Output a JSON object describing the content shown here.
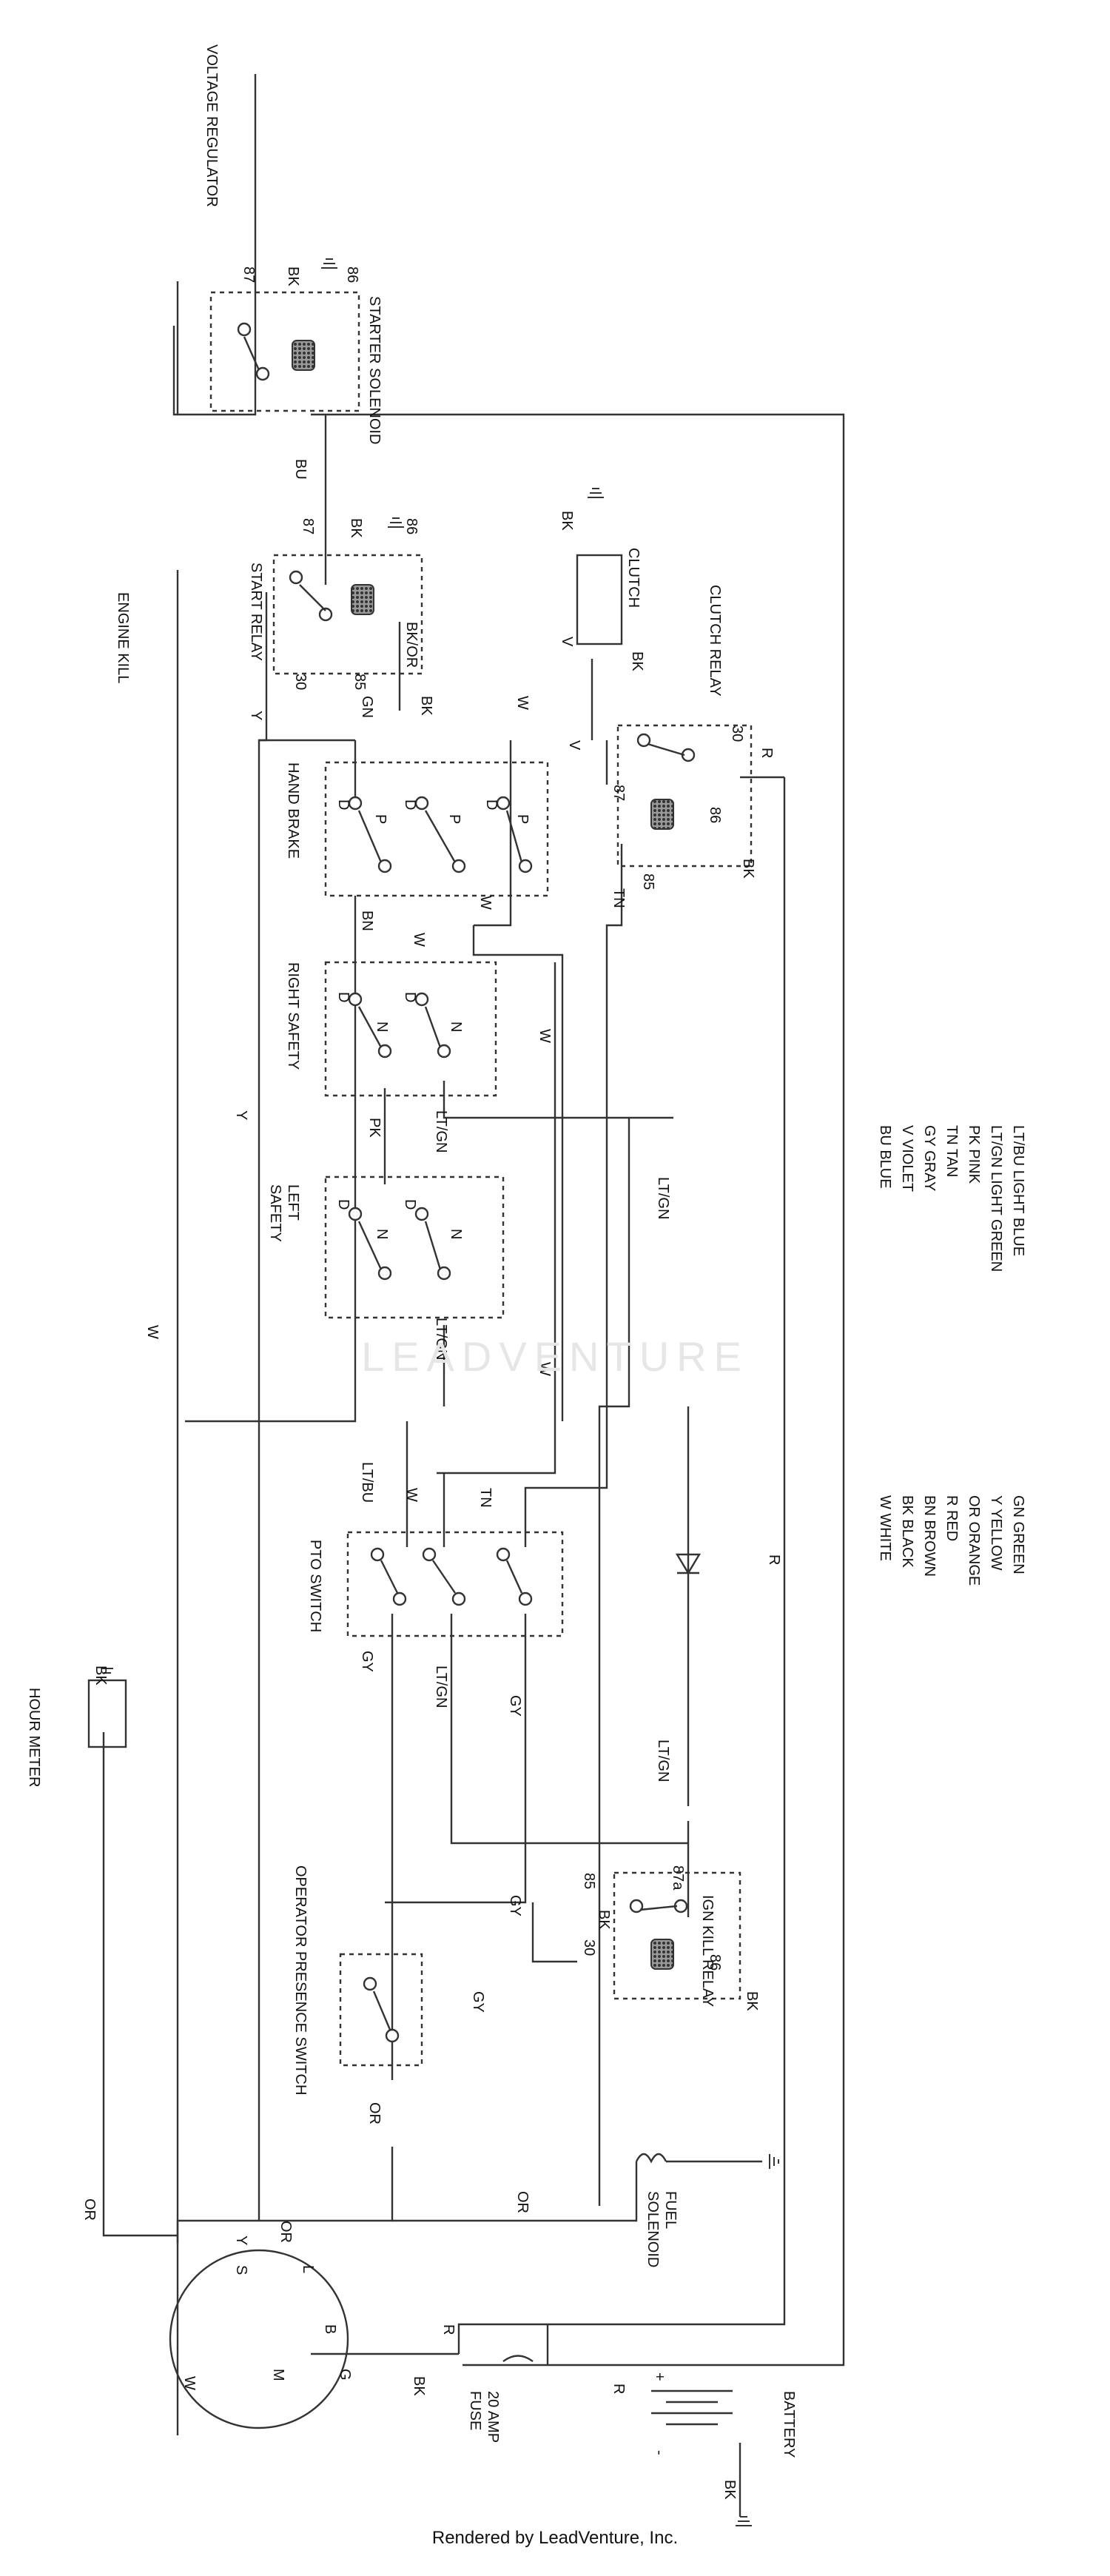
{
  "diagram": {
    "components": {
      "voltage_regulator": "VOLTAGE REGULATOR",
      "starter_solenoid": "STARTER SOLENOID",
      "engine_kill": "ENGINE KILL",
      "start_relay": "START RELAY",
      "clutch": "CLUTCH",
      "clutch_relay": "CLUTCH RELAY",
      "hand_brake": "HAND BRAKE",
      "right_safety": "RIGHT SAFETY",
      "left_safety": "LEFT\nSAFETY",
      "pto_switch": "PTO SWITCH",
      "ign_kill_relay": "IGN KILL RELAY",
      "operator_presence_switch": "OPERATOR PRESENCE SWITCH",
      "hour_meter": "HOUR METER",
      "fuel_solenoid": "FUEL\nSOLENOID",
      "fuse": "20 AMP\nFUSE",
      "battery": "BATTERY"
    },
    "terminals": [
      "87",
      "86",
      "85",
      "30",
      "87a",
      "D",
      "P",
      "N",
      "S",
      "L",
      "B",
      "M",
      "G",
      "Y",
      "+",
      "-"
    ],
    "wire_codes": [
      "BK",
      "BU",
      "BK/OR",
      "GN",
      "W",
      "Y",
      "V",
      "TN",
      "R",
      "BN",
      "PK",
      "LT/GN",
      "LT/BU",
      "GY",
      "OR"
    ],
    "legend": {
      "column_1": [
        "W WHITE",
        "BK BLACK",
        "BN BROWN",
        "R RED",
        "OR ORANGE",
        "Y YELLOW",
        "GN GREEN"
      ],
      "column_2": [
        "BU BLUE",
        "V VIOLET",
        "GY GRAY",
        "TN TAN",
        "PK PINK",
        "LT/GN LIGHT GREEN",
        "LT/BU LIGHT BLUE"
      ]
    }
  },
  "watermark": "LEADVENTURE",
  "footer": "Rendered by LeadVenture, Inc."
}
